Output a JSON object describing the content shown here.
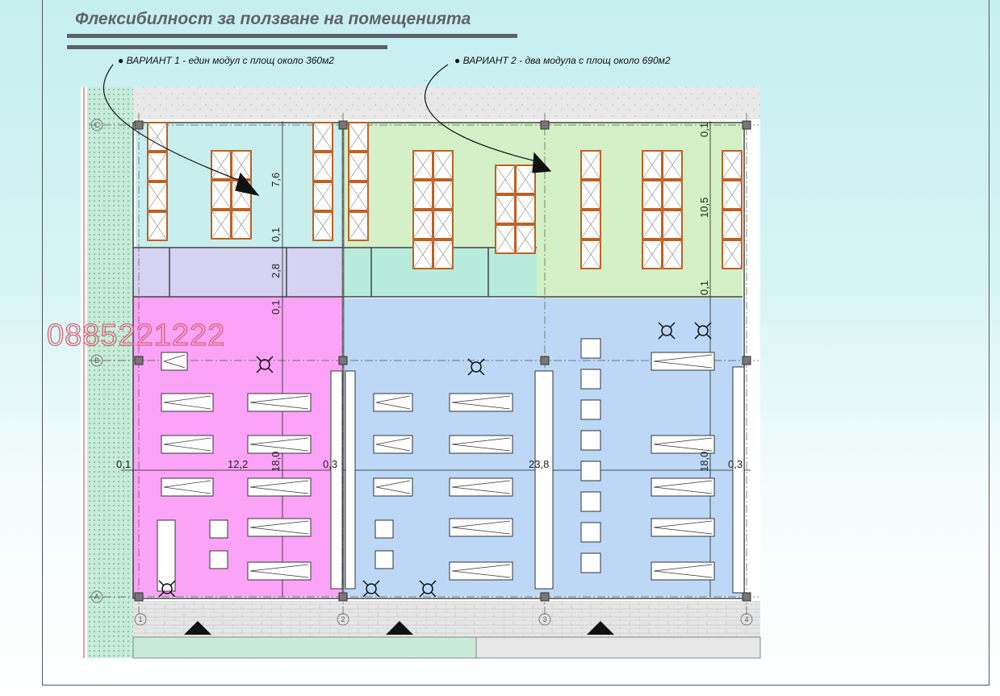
{
  "title": "Флексибилност за ползване на помещенията",
  "variants": [
    {
      "label": "ВАРИАНТ 1 - един модул с площ около 360м2"
    },
    {
      "label": "ВАРИАНТ 2 - два модула с площ около 690м2"
    }
  ],
  "watermark": "0885221222",
  "grid_axes": {
    "rows": [
      "C",
      "B",
      "A"
    ],
    "columns": [
      "1",
      "2",
      "3",
      "4"
    ]
  },
  "dimensions": {
    "h1": "7,6",
    "h2": "2,8",
    "h3": "10,5",
    "v01": "0,1",
    "w1": "12,2",
    "w2": "23,8",
    "w3": "0,3",
    "d1": "18,0"
  },
  "colors": {
    "module1_top": "#c9eeee",
    "module2_top": "#d4f0c6",
    "service": "#d6d2f2",
    "wc2": "#b7ecdc",
    "module1": "#fba4f7",
    "module2": "#bcd8f6",
    "landscape": "#c8ecd8",
    "paving": "#e4e4e4"
  }
}
